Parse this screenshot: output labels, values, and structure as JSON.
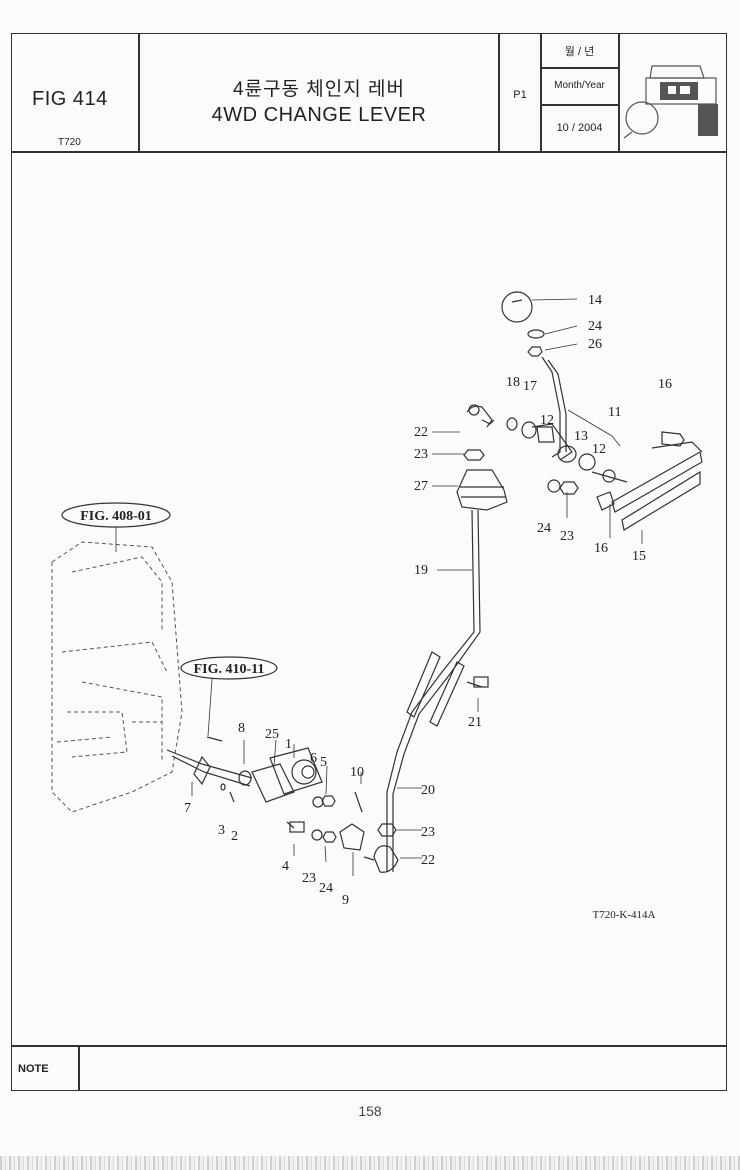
{
  "header": {
    "figure_label": "FIG 414",
    "model": "T720",
    "title_korean": "4륜구동 체인지 레버",
    "title_english": "4WD CHANGE LEVER",
    "page_ref": "P1",
    "month_year_korean": "월 / 년",
    "month_year_label": "Month/Year",
    "month_year_value": "10 / 2004"
  },
  "drawing": {
    "drawing_code": "T720-K-414A",
    "references": [
      "FIG. 408-01",
      "FIG. 410-11"
    ],
    "callouts": [
      "14",
      "24",
      "26",
      "18",
      "17",
      "11",
      "16",
      "12",
      "13",
      "12",
      "22",
      "23",
      "27",
      "24",
      "23",
      "16",
      "15",
      "19",
      "21",
      "8",
      "25",
      "1",
      "6",
      "5",
      "10",
      "20",
      "7",
      "3",
      "2",
      "4",
      "23",
      "24",
      "9",
      "23",
      "22"
    ]
  },
  "footer": {
    "note_label": "NOTE",
    "page_number": "158"
  }
}
